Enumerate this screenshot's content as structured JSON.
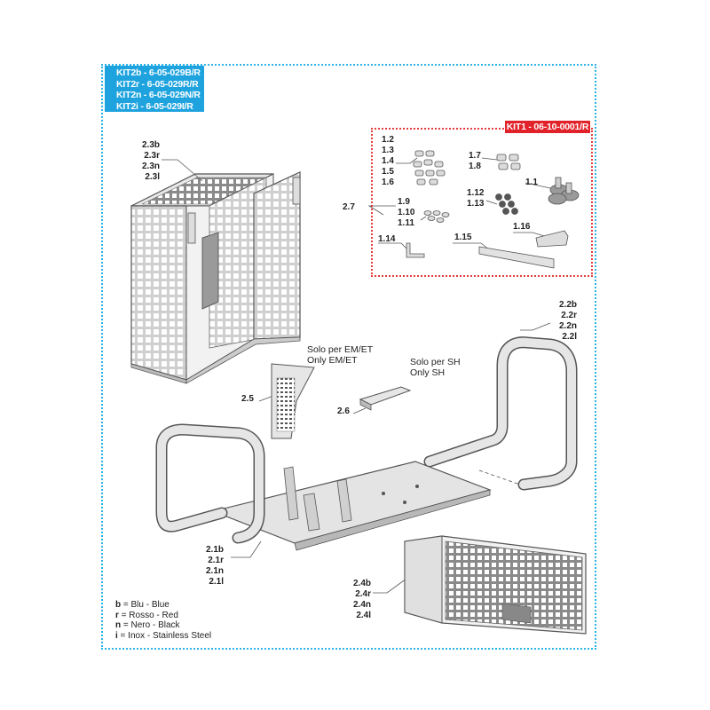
{
  "kit2": {
    "lines": [
      "KIT2b - 6-05-029B/R",
      "KIT2r - 6-05-029R/R",
      "KIT2n - 6-05-029N/R",
      "KIT2i - 6-05-029I/R"
    ]
  },
  "kit1": {
    "label": "KIT1 - 06-10-0001/R"
  },
  "labels": {
    "cage_top": [
      "2.3b",
      "2.3r",
      "2.3n",
      "2.3l"
    ],
    "kit1_left": [
      "1.2",
      "1.3",
      "1.4",
      "1.5",
      "1.6"
    ],
    "p17": [
      "1.7",
      "1.8"
    ],
    "p11": "1.1",
    "p27": "2.7",
    "p19": [
      "1.9",
      "1.10",
      "1.11"
    ],
    "p112": [
      "1.12",
      "1.13"
    ],
    "p114": "1.14",
    "p115": "1.15",
    "p116": "1.16",
    "handle_right": [
      "2.2b",
      "2.2r",
      "2.2n",
      "2.2l"
    ],
    "p25": "2.5",
    "p26": "2.6",
    "handle_left": [
      "2.1b",
      "2.1r",
      "2.1n",
      "2.1l"
    ],
    "guard_bottom": [
      "2.4b",
      "2.4r",
      "2.4n",
      "2.4l"
    ]
  },
  "notes": {
    "em": [
      "Solo per EM/ET",
      "Only EM/ET"
    ],
    "sh": [
      "Solo per SH",
      "Only SH"
    ]
  },
  "legend": [
    {
      "key": "b",
      "text": " = Blu - Blue"
    },
    {
      "key": "r",
      "text": " = Rosso - Red"
    },
    {
      "key": "n",
      "text": " = Nero - Black"
    },
    {
      "key": "i",
      "text": " = Inox - Stainless Steel"
    }
  ],
  "colors": {
    "frame_blue": "#2bb3e6",
    "box_blue": "#1fa3df",
    "kit_red": "#e2222a",
    "line": "#555555"
  }
}
